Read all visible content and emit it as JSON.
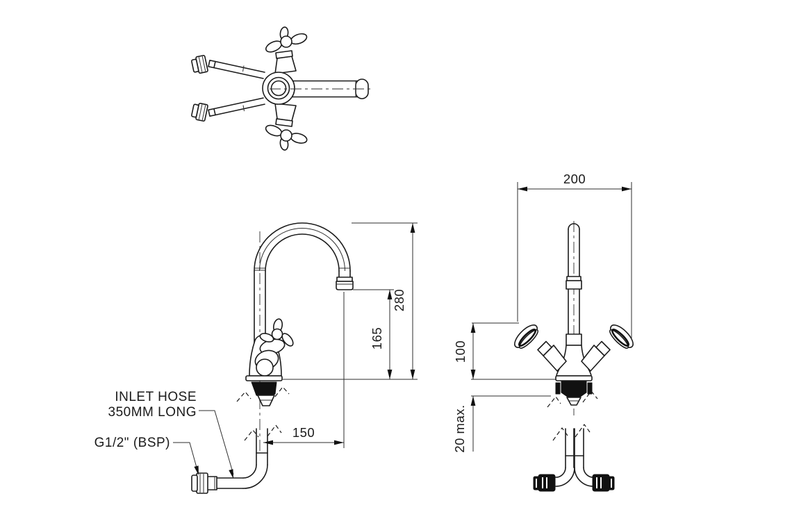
{
  "colors": {
    "background": "#ffffff",
    "line": "#1b1b1b"
  },
  "annotations": {
    "inlet_hose_line1": "INLET HOSE",
    "inlet_hose_line2": "350MM LONG",
    "thread_size": "G1/2\" (BSP)"
  },
  "dimensions": {
    "spout_height": "280",
    "outlet_height": "165",
    "spout_reach": "150",
    "overall_width": "200",
    "height_above_deck": "100",
    "max_deck_thickness": "20 max."
  }
}
